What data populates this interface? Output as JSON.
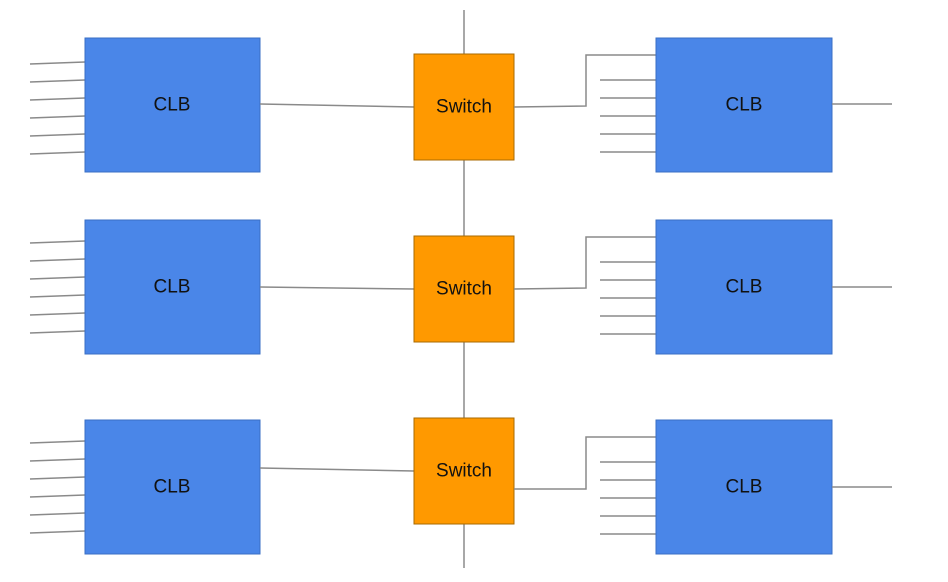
{
  "diagram": {
    "clb_label": "CLB",
    "switch_label": "Switch",
    "rows": [
      {
        "left_clb": "CLB",
        "switch": "Switch",
        "right_clb": "CLB"
      },
      {
        "left_clb": "CLB",
        "switch": "Switch",
        "right_clb": "CLB"
      },
      {
        "left_clb": "CLB",
        "switch": "Switch",
        "right_clb": "CLB"
      }
    ],
    "colors": {
      "clb_fill": "#4a86e8",
      "switch_fill": "#ff9900",
      "wire": "#8a8a8a",
      "label": "#111111"
    }
  }
}
